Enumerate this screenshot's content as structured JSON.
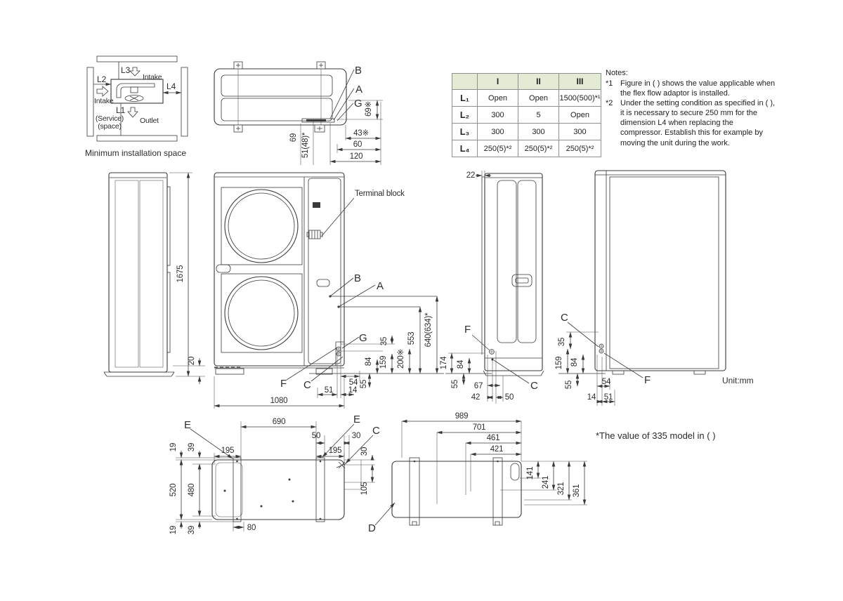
{
  "meta": {
    "unit_label": "Unit:mm",
    "model_note": "*The value of 335 model in (  )"
  },
  "labels": {
    "a": "A",
    "b": "B",
    "c": "C",
    "d": "D",
    "e": "E",
    "f": "F",
    "g": "G"
  },
  "min_space": {
    "caption": "Minimum installation space",
    "l1": "L1",
    "l2": "L2",
    "l3": "L3",
    "l4": "L4",
    "intake_top": "Intake",
    "intake_left": "Intake",
    "outlet": "Outlet",
    "service1": "(Service)",
    "service2": "(space)"
  },
  "top_view": {
    "d69s": "69※",
    "d43s": "43※",
    "d60": "60",
    "d120": "120",
    "d69": "69",
    "d5148": "51(48)*"
  },
  "table": {
    "headers": [
      "I",
      "II",
      "III"
    ],
    "rows": [
      {
        "label": "L₁",
        "v1": "Open",
        "v2": "Open",
        "v3": "1500(500)*¹"
      },
      {
        "label": "L₂",
        "v1": "300",
        "v2": "5",
        "v3": "Open"
      },
      {
        "label": "L₃",
        "v1": "300",
        "v2": "300",
        "v3": "300"
      },
      {
        "label": "L₄",
        "v1": "250(5)*²",
        "v2": "250(5)*²",
        "v3": "250(5)*²"
      }
    ]
  },
  "notes": {
    "title": "Notes:",
    "items": [
      {
        "marker": "*1",
        "text": "Figure in ( ) shows the value applicable when the flex flow adaptor is installed."
      },
      {
        "marker": "*2",
        "text": "Under the setting condition as specified in ( ), it is  necessary to secure 250 mm for the dimension L4 when replacing the compressor. Establish this for example by moving the unit during the work."
      }
    ]
  },
  "left_view": {
    "d1675": "1675",
    "d20": "20"
  },
  "front_view": {
    "terminal": "Terminal block",
    "d1080": "1080",
    "d640": "640(634)*",
    "d553": "553",
    "d200": "200※",
    "d159": "159",
    "d84": "84",
    "d35": "35",
    "d54": "54",
    "d55": "55",
    "d14": "14",
    "d51": "51"
  },
  "side_view": {
    "d22": "22",
    "d174": "174",
    "d84": "84",
    "d55": "55",
    "d67": "67",
    "d42": "42",
    "d50": "50"
  },
  "rear_view": {
    "d35": "35",
    "d159": "159",
    "d84": "84",
    "d55": "55",
    "d54": "54",
    "d14": "14",
    "d51": "51"
  },
  "bottom_view1": {
    "d195a": "195",
    "d690": "690",
    "d195b": "195",
    "d50": "50",
    "d30a": "30",
    "d30b": "30",
    "d105": "105",
    "d19a": "19",
    "d39a": "39",
    "d520": "520",
    "d480": "480",
    "d19b": "19",
    "d39b": "39",
    "d80": "80"
  },
  "bottom_view2": {
    "d989": "989",
    "d701": "701",
    "d461": "461",
    "d421": "421",
    "d141": "141",
    "d241": "241",
    "d321": "321",
    "d361": "361"
  },
  "colors": {
    "line": "#3a3a3a",
    "table_header_bg": "#e3ebd5"
  }
}
